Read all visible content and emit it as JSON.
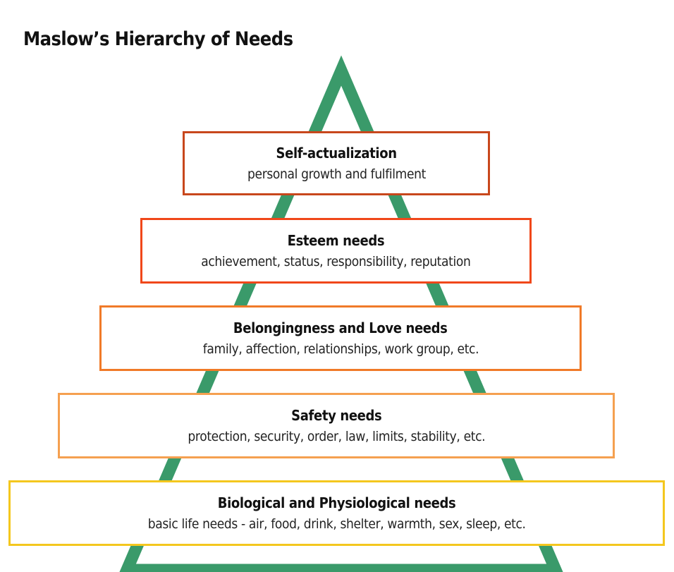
{
  "title": "Maslow’s Hierarchy of Needs",
  "colors": {
    "pyramid_outline": "#3a9a6a",
    "self_actualization": "#c8471c",
    "esteem": "#f0471a",
    "belonging": "#f07a28",
    "safety": "#f5a050",
    "physiological": "#f4c71e"
  },
  "levels": [
    {
      "title": "Self-actualization",
      "description": "personal growth and fulfilment"
    },
    {
      "title": "Esteem needs",
      "description": "achievement, status, responsibility, reputation"
    },
    {
      "title": "Belongingness and Love needs",
      "description": "family, affection, relationships, work group, etc."
    },
    {
      "title": "Safety needs",
      "description": "protection, security, order, law, limits, stability, etc."
    },
    {
      "title": "Biological and Physiological needs",
      "description": "basic life needs - air, food, drink, shelter, warmth, sex, sleep, etc."
    }
  ]
}
